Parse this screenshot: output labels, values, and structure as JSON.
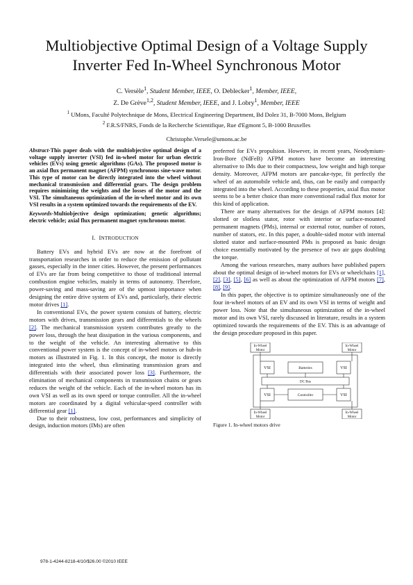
{
  "title_line1": "Multiobjective Optimal Design of a Voltage Supply",
  "title_line2": "Inverter Fed In-Wheel Synchronous Motor",
  "authors_line1": {
    "a1": "C. Versèle",
    "a1_sup": "1",
    "a1_role": ", Student Member, IEEE,",
    "a2": " O. Deblecker",
    "a2_sup": "1",
    "a2_role": ", Member, IEEE,"
  },
  "authors_line2": {
    "a3": "Z. De Grève",
    "a3_sup": "1,2",
    "a3_role": ", Student Member, IEEE,",
    "a4": " and J. Lobry",
    "a4_sup": "1",
    "a4_role": ", Member, IEEE"
  },
  "affiliation1": {
    "sup": "1",
    "text": " UMons, Faculté Polytechnique de Mons, Electrical Engineering Department, Bd Dolez 31, B-7000 Mons, Belgium"
  },
  "affiliation2": {
    "sup": "2",
    "text": " F.R.S/FNRS, Fonds de la Recherche Scientifique, Rue d'Egmont 5, B-1000 Bruxelles"
  },
  "email": "Christophe.Versele@umons.ac.be",
  "abstract": {
    "label": "Abstract",
    "text": "-This paper deals with the multiobjective optimal design of a voltage supply inverter (VSI) fed in-wheel motor for urban electric vehicles (EVs) using genetic algorithms (GAs). The proposed motor is an axial flux permanent magnet (AFPM) synchronous sine-wave motor. This type of motor can be directly integrated into the wheel without mechanical transmission and differential gears. The design problem requires minimizing the weights and the losses of the motor and the VSI. The simultaneous optimization of the in-wheel motor and its own VSI results in a system optimized towards the requirements of the EV."
  },
  "keywords": {
    "label": "Keywords",
    "text": "-Multiobjective design optimization; genetic algorithms; electric vehicle; axial flux permanent magnet synchronous motor."
  },
  "section1": {
    "numeral": "I.",
    "first": "I",
    "rest": "NTRODUCTION"
  },
  "left_paragraphs": {
    "p1": "Battery EVs and hybrid EVs are now at the forefront of transportation researches in order to reduce the emission of pollutant gasses, especially in the inner cities. However, the present performances of EVs are far from being competitive to those of traditional internal combustion engine vehicles, mainly in terms of autonomy. Therefore, power-saving and mass-saving are of the upmost importance when designing the entire drive system of EVs and, particularly, their electric motor drives ",
    "p1_ref": "[1]",
    "p1_end": ".",
    "p2a": "In conventional EVs, the power system consists of battery, electric motors with drives, transmission gears and differentials to the wheels ",
    "p2_ref1": "[2]",
    "p2b": ". The mechanical transmission system contributes greatly to the power loss, through the heat dissipation in the various components, and to the weight of the vehicle. An interesting alternative to this conventional power system is the concept of in-wheel motors or hub-in motors as illustrated in Fig. 1. In this concept, the motor is directly integrated into the wheel, thus eliminating transmission gears and differentials with their associated power loss ",
    "p2_ref2": "[3]",
    "p2c": ". Furthermore, the elimination of mechanical components in transmission chains or gears reduces the weight of the vehicle. Each of the in-wheel motors has its own VSI as well as its own speed or torque controller. All the in-wheel motors are coordinated by a digital vehicular-speed controller with differential gear ",
    "p2_ref3": "[1]",
    "p2_end": ".",
    "p3": "Due to their robustness, low cost, performances and simplicity of design, induction motors (IMs) are often"
  },
  "right_paragraphs": {
    "p1": "preferred for EVs propulsion. However, in recent years, Neodymium-Iron-Bore (NdFeB) AFPM motors have become an interesting alternative to IMs due to their compactness, low weight and high torque density. Moreover, AFPM motors are pancake-type, fit perfectly the wheel of an automobile vehicle and, thus, can be easily and compactly integrated into the wheel. According to these properties, axial flux motor seems to be a better choice than more conventional radial flux motor for this kind of application.",
    "p2": "There are many alternatives for the design of AFPM motors [4]: slotted or slotless stator, rotor with interior or surface-mounted permanent magnets (PMs), internal or external rotor, number of rotors, number of stators, etc. In this paper, a double-sided motor with internal slotted stator and surface-mounted PMs is proposed as basic design choice essentially motivated by the presence of two air gaps doubling the torque.",
    "p3a": "Among the various researches, many authors have published papers about the optimal design of in-wheel motors for EVs or wheelchairs ",
    "p3_r1": "[1]",
    "p3_s1": ", ",
    "p3_r2": "[2]",
    "p3_s2": ", ",
    "p3_r3": "[3]",
    "p3_s3": ", ",
    "p3_r4": "[5]",
    "p3_s4": ", ",
    "p3_r5": "[6]",
    "p3b": " as well as about the optimization of AFPM motors ",
    "p3_r6": "[7]",
    "p3_s6": ", ",
    "p3_r7": "[8]",
    "p3_s7": ", ",
    "p3_r8": "[9]",
    "p3_end": ".",
    "p4": "In this paper, the objective is to optimize simultaneously one of the four in-wheel motors of an EV and its own VSI in terms of weight and power loss. Note that the simultaneous optimization of the in-wheel motor and its own VSI, rarely discussed in literature, results in a system optimized towards the requirements of the EV. This is an advantage of the design procedure proposed in this paper."
  },
  "figure": {
    "motor_line1": "In-Wheel",
    "motor_line2": "Motor",
    "vsi": "VSI",
    "batteries": "Batteries",
    "dc_bus": "DC Bus",
    "controller": "Controller",
    "caption": "Figure 1. In-wheel motors drive"
  },
  "footer": "978-1-4244-8218-4/10/$26.00 ©2010 IEEE"
}
